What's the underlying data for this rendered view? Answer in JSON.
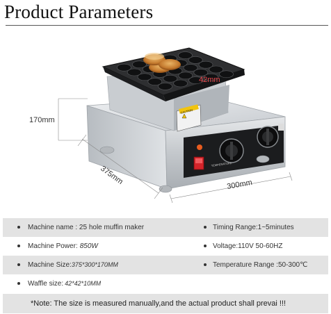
{
  "header": {
    "title": "Product Parameters"
  },
  "dimensions": {
    "height": "170mm",
    "depth": "375mm",
    "width": "300mm",
    "hole": "42mm"
  },
  "product_labels": {
    "caution": "CAUTION",
    "panel_text": "TEMPERATURE"
  },
  "specs": [
    {
      "label": "Machine name : 25 hole muffin maker",
      "right": "Timing Range:1~5minutes"
    },
    {
      "label": "Machine Power:",
      "label_value": "850W",
      "right": "Voltage:110V 50-60HZ"
    },
    {
      "label": "Machine Size:",
      "label_value": "375*300*170MM",
      "right": "Temperature Range :50-300℃"
    },
    {
      "label": "Waffle size:",
      "label_value": "42*42*10MM",
      "right": ""
    }
  ],
  "note": "*Note: The size is measured manually,and the actual product shall prevai !!!",
  "colors": {
    "band": "#e3e3e3",
    "steel": "#cfd3d6",
    "plate": "#2e2f31",
    "accent": "#d4242a"
  }
}
